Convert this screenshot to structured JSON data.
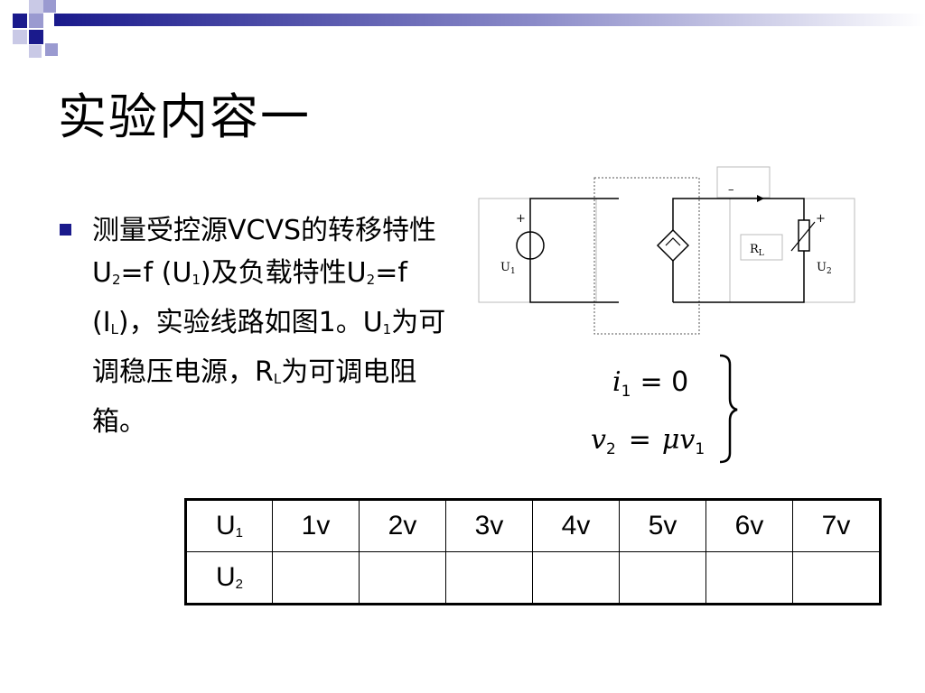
{
  "slide": {
    "title": "实验内容一",
    "bullet": {
      "p1": "测量受控源VCVS的转移特性U",
      "s1": "2",
      "p2": "=f (U",
      "s2": "1",
      "p3": ")及负载特性U",
      "s3": "2",
      "p4": "=f (I",
      "s4": "L",
      "p5": ")，实验线路如图1。U",
      "s5": "1",
      "p6": "为可调稳压电源，R",
      "s6": "L",
      "p7": "为可调电阻箱。"
    }
  },
  "circuit": {
    "plus_left": "+",
    "u1_base": "U",
    "u1_sub": "1",
    "minus_top": "–",
    "rl_base": "R",
    "rl_sub": "L",
    "plus_right": "+",
    "u2_base": "U",
    "u2_sub": "2"
  },
  "equations": {
    "eq1_var": "i",
    "eq1_sub": "1",
    "eq1_rhs": "= 0",
    "eq2_var": "v",
    "eq2_sub": "2",
    "eq2_eq": "=",
    "eq2_mu": "μv",
    "eq2_sub2": "1"
  },
  "table": {
    "row1_base": "U",
    "row1_sub": "1",
    "row2_base": "U",
    "row2_sub": "2",
    "values": [
      "1v",
      "2v",
      "3v",
      "4v",
      "5v",
      "6v",
      "7v"
    ]
  },
  "colors": {
    "accent": "#1a1a8c",
    "accent_light": "#9a9ad0",
    "accent_pale": "#c9c9e6"
  }
}
